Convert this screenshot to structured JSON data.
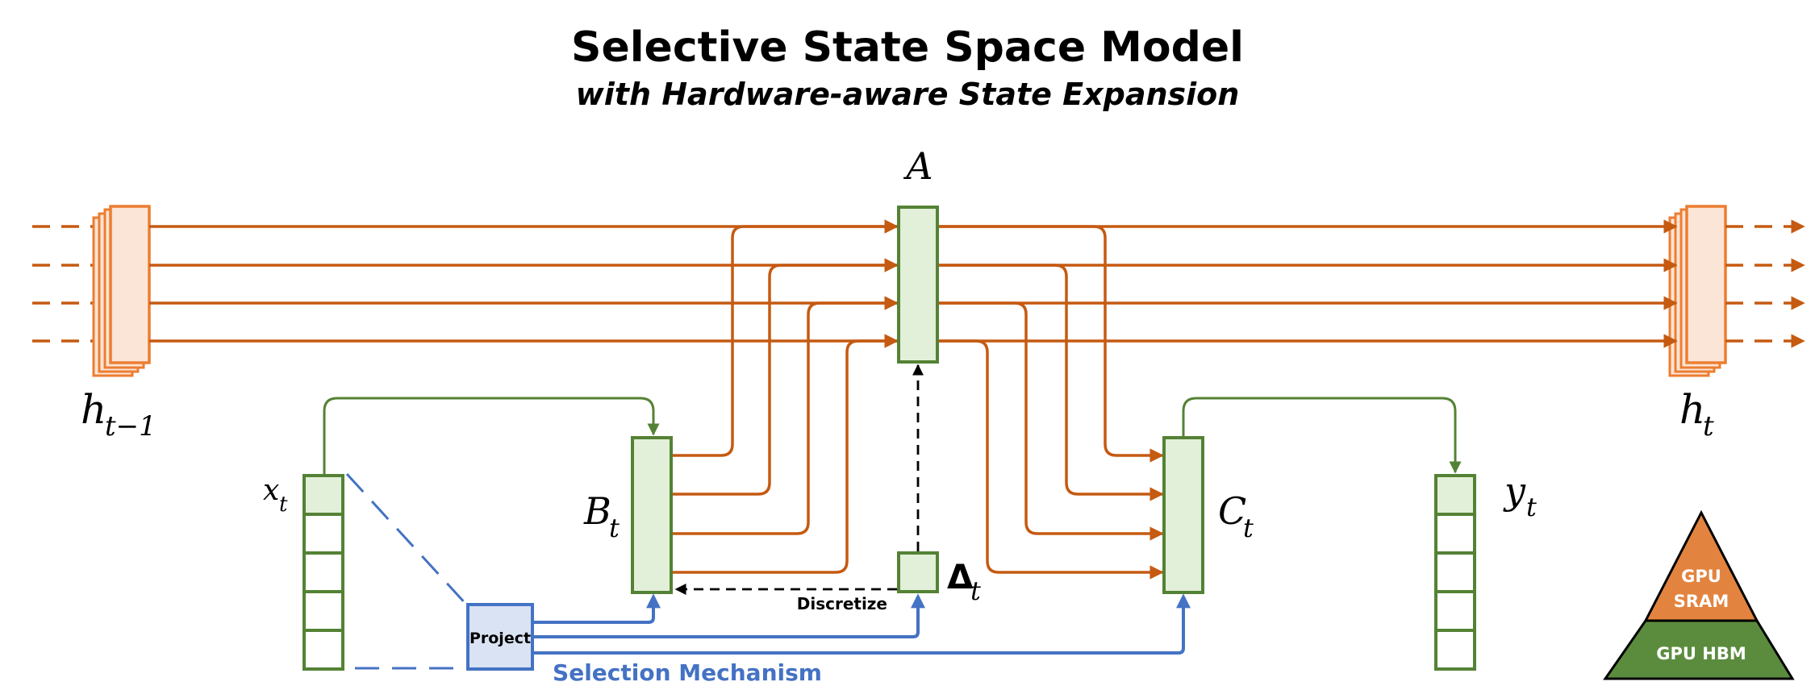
{
  "header": {
    "title": "Selective State Space Model",
    "subtitle": "with Hardware-aware State Expansion"
  },
  "labels": {
    "A": "A",
    "h_prev": "h",
    "h_prev_sub": "t−1",
    "h_next": "h",
    "h_next_sub": "t",
    "x": "x",
    "x_sub": "t",
    "y": "y",
    "y_sub": "t",
    "B": "B",
    "B_sub": "t",
    "C": "C",
    "C_sub": "t",
    "delta": "Δ",
    "delta_sub": "t",
    "project": "Project",
    "discretize": "Discretize",
    "selection": "Selection Mechanism"
  },
  "hardware": {
    "top": [
      "GPU",
      "SRAM"
    ],
    "bottom": "GPU HBM"
  },
  "colors": {
    "orange": "#c55a11",
    "orange_fill": "#fbe5d6",
    "orange_box": "#ed7d31",
    "green": "#548235",
    "green_fill": "#e2efd9",
    "blue": "#4472c4",
    "blue_fill": "#dae3f3",
    "tri_top": "#e2843f",
    "tri_bottom": "#5b8c3e"
  }
}
